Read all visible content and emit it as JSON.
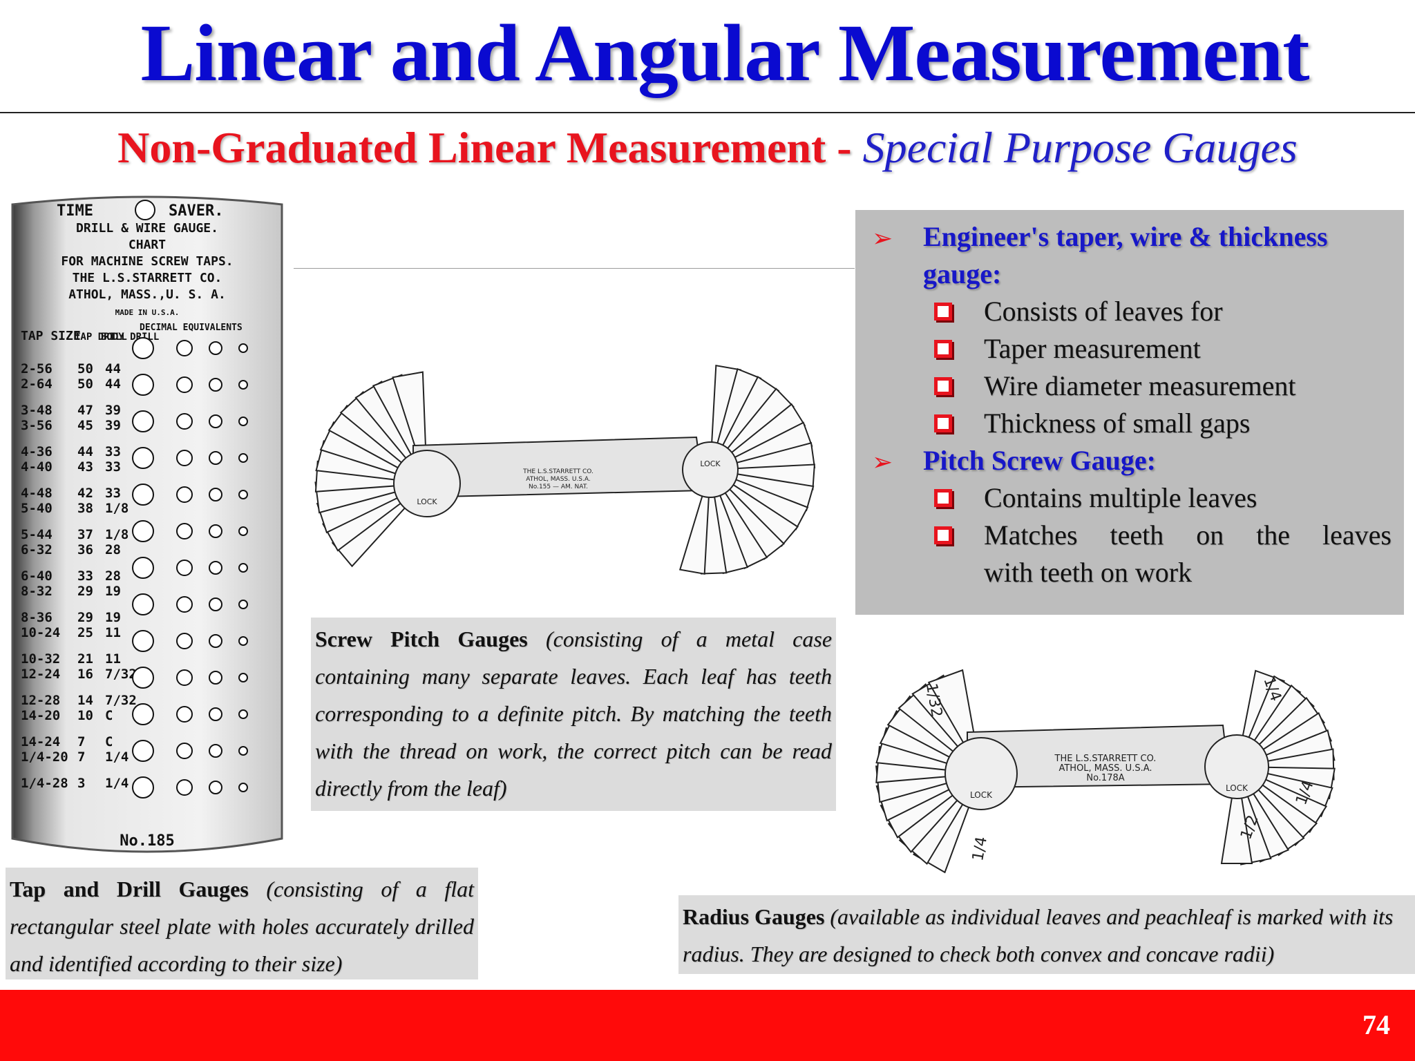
{
  "title": "Linear and Angular Measurement",
  "subtitle": {
    "main": "Non-Graduated Linear Measurement - ",
    "emphasis": "Special Purpose Gauges"
  },
  "plate": {
    "header": [
      "TIME",
      "SAVER.",
      "DRILL & WIRE GAUGE.",
      "CHART",
      "FOR MACHINE SCREW TAPS.",
      "THE L.S.STARRETT CO.",
      "ATHOL, MASS.,U. S. A.",
      "MADE IN U.S.A."
    ],
    "col_heads": [
      "TAP SIZE",
      "TAP DRILL",
      "BODY DRILL",
      "DECIMAL EQUIVALENTS"
    ],
    "rows": [
      [
        "2-56",
        "50",
        "44"
      ],
      [
        "2-64",
        "50",
        "44"
      ],
      [
        "3-48",
        "47",
        "39"
      ],
      [
        "3-56",
        "45",
        "39"
      ],
      [
        "4-36",
        "44",
        "33"
      ],
      [
        "4-40",
        "43",
        "33"
      ],
      [
        "4-48",
        "42",
        "33"
      ],
      [
        "5-40",
        "38",
        "1/8"
      ],
      [
        "5-44",
        "37",
        "1/8"
      ],
      [
        "6-32",
        "36",
        "28"
      ],
      [
        "6-40",
        "33",
        "28"
      ],
      [
        "8-32",
        "29",
        "19"
      ],
      [
        "8-36",
        "29",
        "19"
      ],
      [
        "10-24",
        "25",
        "11"
      ],
      [
        "10-32",
        "21",
        "11"
      ],
      [
        "12-24",
        "16",
        "7/32"
      ],
      [
        "12-28",
        "14",
        "7/32"
      ],
      [
        "14-20",
        "10",
        "C"
      ],
      [
        "14-24",
        "7",
        "C"
      ],
      [
        "1/4-20",
        "7",
        "1/4"
      ],
      [
        "1/4-28",
        "3",
        "1/4"
      ]
    ],
    "number": "No.185"
  },
  "screw_gauge_img": {
    "stamp": [
      "THE L.S.STARRETT CO.",
      "ATHOL, MASS. U.S.A.",
      "No.155 — AM. NAT."
    ],
    "lock": "LOCK"
  },
  "radius_gauge_img": {
    "stamp": [
      "THE L.S.STARRETT CO.",
      "ATHOL, MASS. U.S.A.",
      "No.178A"
    ],
    "lock": "LOCK",
    "marks": [
      "1/32",
      "1/4",
      "1/4",
      "1/2",
      "1/4"
    ]
  },
  "panel": {
    "h1": "Engineer's taper, wire & thickness",
    "h1b": "gauge:",
    "items1": [
      "Consists of leaves for",
      "Taper measurement",
      "Wire diameter measurement",
      "Thickness of small gaps"
    ],
    "h2": "Pitch Screw Gauge:",
    "items2": [
      "Contains multiple leaves",
      "Matches teeth on the leaves",
      "with teeth on work"
    ]
  },
  "captions": {
    "screw": {
      "bold": "Screw Pitch Gauges",
      "italic": "(consisting of a metal case containing many separate leaves. Each leaf has teeth corresponding to a definite pitch. By matching the teeth with the thread on work, the correct pitch can be read directly from the leaf)"
    },
    "tap": {
      "bold": "Tap and Drill Gauges",
      "italic": "(consisting of a flat rectangular steel plate with holes accurately drilled and identified according to their size)"
    },
    "radius": {
      "bold": "Radius Gauges",
      "italic": "(available as individual leaves and peachleaf is marked with its radius. They are designed to check both convex and concave radii)"
    }
  },
  "page_number": "74",
  "colors": {
    "title": "#0a0ad0",
    "subtitle_red": "#e8141e",
    "footer": "#ff0a0a",
    "panel": "#bdbdbd"
  }
}
